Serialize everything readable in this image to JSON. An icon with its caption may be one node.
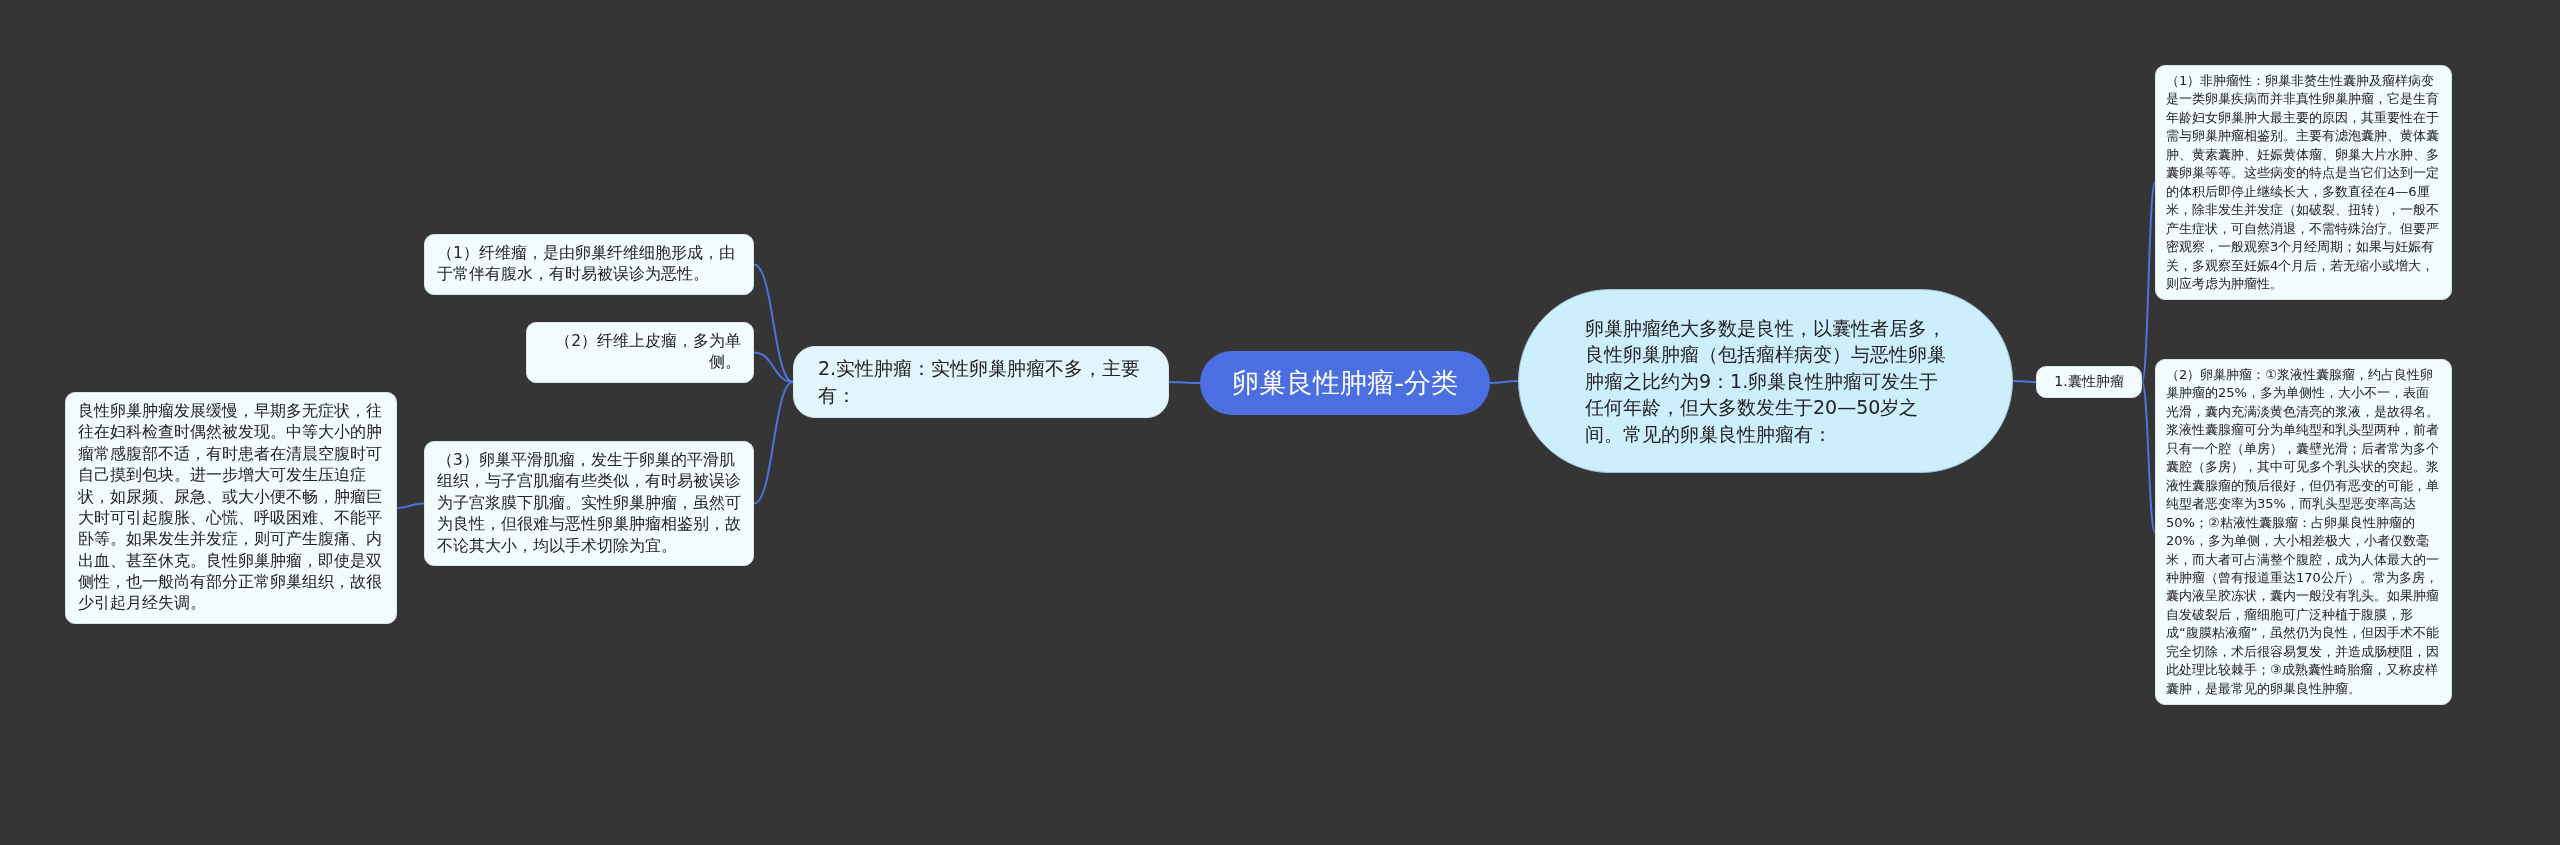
{
  "diagram": {
    "nodes": [
      {
        "text": [
          "卵巢良性肿瘤-分类"
        ]
      },
      {
        "text": [
          "卵巢肿瘤绝大多数是良性，以囊性者居多，良性卵巢肿瘤（包括瘤样病变）与恶性卵巢肿瘤之比约为9：1.卵巢良性肿瘤可发生于任何年龄，但大多数发生于20—50岁之间。常见的卵巢良性肿瘤有："
        ]
      },
      {
        "text": [
          "1.囊性肿瘤"
        ]
      },
      {
        "text": [
          "（1）非肿瘤性：卵巢非赘生性囊肿及瘤样病变是一类卵巢疾病而并非真性卵巢肿瘤，它是生育年龄妇女卵巢肿大最主要的原因，其重要性在于需与卵巢肿瘤相鉴别。主要有滤泡囊肿、黄体囊肿、黄素囊肿、妊娠黄体瘤、卵巢大片水肿、多囊卵巢等等。这些病变的特点是当它们达到一定的体积后即停止继续长大，多数直径在4—6厘米，除非发生并发症（如破裂、扭转），一般不产生症状，可自然消退，不需特殊治疗。但要严密观察，一般观察3个月经周期；如果与妊娠有关，多观察至妊娠4个月后，若无缩小或增大，则应考虑为肿瘤性。"
        ]
      },
      {
        "text": [
          "（2）卵巢肿瘤：①浆液性囊腺瘤，约占良性卵巢肿瘤的25%，多为单侧性，大小不一，表面光滑，囊内充满淡黄色清亮的浆液，是故得名。浆液性囊腺瘤可分为单纯型和乳头型两种，前者只有一个腔（单房），囊壁光滑；后者常为多个囊腔（多房），其中可见多个乳头状的突起。浆液性囊腺瘤的预后很好，但仍有恶变的可能，单纯型者恶变率为35%，而乳头型恶变率高达50%；②粘液性囊腺瘤：占卵巢良性肿瘤的20%，多为单侧，大小相差极大，小者仅数毫米，而大者可占满整个腹腔，成为人体最大的一种肿瘤（曾有报道重达170公斤）。常为多房，囊内液呈胶冻状，囊内一般没有乳头。如果肿瘤自发破裂后，瘤细胞可广泛种植于腹膜，形成“腹膜粘液瘤”，虽然仍为良性，但因手术不能完全切除，术后很容易复发，并造成肠梗阻，因此处理比较棘手；③成熟囊性畸胎瘤，又称皮样囊肿，是最常见的卵巢良性肿瘤。"
        ]
      },
      {
        "text": [
          "2.实性肿瘤：实性卵巢肿瘤不多，主要有："
        ]
      },
      {
        "text": [
          "（1）纤维瘤，是由卵巢纤维细胞形成，由于常伴有腹水，有时易被误诊为恶性。"
        ]
      },
      {
        "text": [
          "（2）纤维上皮瘤，多为单侧。"
        ]
      },
      {
        "text": [
          "（3）卵巢平滑肌瘤，发生于卵巢的平滑肌组织，与子宫肌瘤有些类似，有时易被误诊为子宫浆膜下肌瘤。实性卵巢肿瘤，虽然可为良性，但很难与恶性卵巢肿瘤相鉴别，故不论其大小，均以手术切除为宜。"
        ]
      },
      {
        "text": [
          "良性卵巢肿瘤发展缓慢，早期多无症状，往往在妇科检查时偶然被发现。中等大小的肿瘤常感腹部不适，有时患者在清晨空腹时可自己摸到包块。进一步增大可发生压迫症状，如尿频、尿急、或大小便不畅，肿瘤巨大时可引起腹胀、心慌、呼吸困难、不能平卧等。如果发生并发症，则可产生腹痛、内出血、甚至休克。良性卵巢肿瘤，即使是双侧性，也一般尚有部分正常卵巢组织，故很少引起月经失调。"
        ]
      }
    ],
    "edges": [
      {
        "from": 0,
        "to": 1,
        "arrow": "none"
      },
      {
        "from": 1,
        "to": 2,
        "arrow": "none"
      },
      {
        "from": 2,
        "to": 3,
        "arrow": "none"
      },
      {
        "from": 2,
        "to": 4,
        "arrow": "none"
      },
      {
        "from": 0,
        "to": 5,
        "arrow": "none"
      },
      {
        "from": 5,
        "to": 6,
        "arrow": "none"
      },
      {
        "from": 5,
        "to": 7,
        "arrow": "none"
      },
      {
        "from": 5,
        "to": 8,
        "arrow": "none"
      },
      {
        "from": 8,
        "to": 9,
        "arrow": "none"
      }
    ]
  }
}
